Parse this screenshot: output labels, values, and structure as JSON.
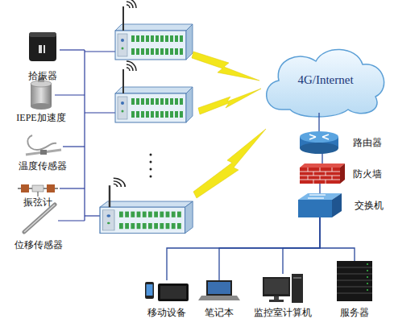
{
  "diagram": {
    "nodes": [
      {
        "text": [
          "拾振器"
        ]
      },
      {
        "text": [
          "IEPE加速度"
        ]
      },
      {
        "text": [
          "温度传感器"
        ]
      },
      {
        "text": [
          "振弦计"
        ]
      },
      {
        "text": [
          "位移传感器"
        ]
      },
      {
        "text": [
          "4G/Internet"
        ]
      },
      {
        "text": [
          "路由器"
        ]
      },
      {
        "text": [
          "防火墙"
        ]
      },
      {
        "text": [
          "交换机"
        ]
      },
      {
        "text": [
          "移动设备"
        ]
      },
      {
        "text": [
          "笔记本"
        ]
      },
      {
        "text": [
          "监控室计算机"
        ]
      },
      {
        "text": [
          "服务器"
        ]
      }
    ],
    "edges": [
      {
        "from": 5,
        "to": 6,
        "arrow": "none"
      },
      {
        "from": 6,
        "to": 7,
        "arrow": "none"
      },
      {
        "from": 7,
        "to": 8,
        "arrow": "none"
      },
      {
        "from": 8,
        "to": 9,
        "arrow": "none"
      },
      {
        "from": 8,
        "to": 10,
        "arrow": "none"
      },
      {
        "from": 8,
        "to": 11,
        "arrow": "none"
      },
      {
        "from": 8,
        "to": 12,
        "arrow": "none"
      }
    ]
  }
}
